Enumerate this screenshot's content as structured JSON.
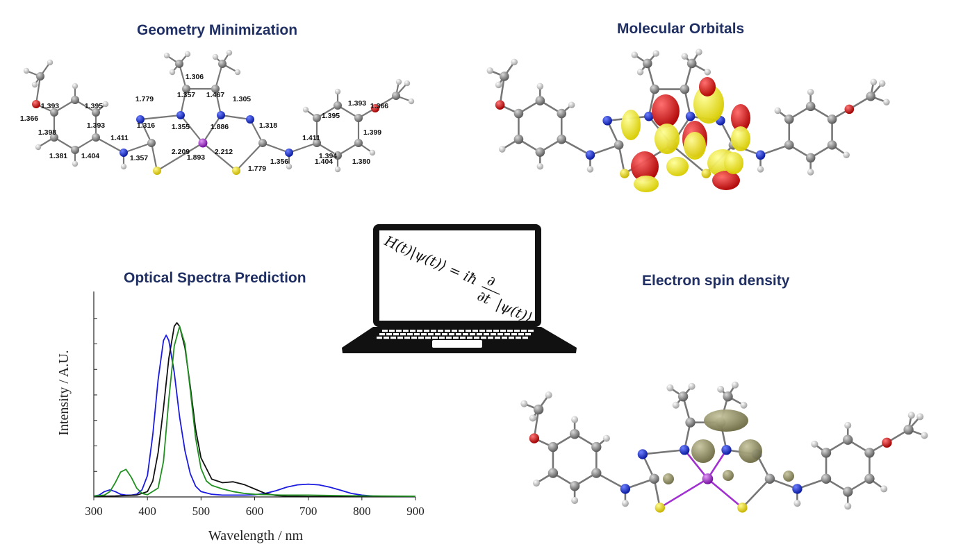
{
  "titles": {
    "geometry": "Geometry Minimization",
    "orbitals": "Molecular Orbitals",
    "spectra": "Optical Spectra Prediction",
    "spin": "Electron spin density"
  },
  "equation": {
    "lhs": "H(t)|ψ(t)⟩ = iħ",
    "num": "∂",
    "den": "∂t",
    "rhs": "|ψ(t)⟩"
  },
  "bond_lengths": [
    "1.366",
    "1.393",
    "1.395",
    "1.393",
    "1.398",
    "1.381",
    "1.404",
    "1.411",
    "1.357",
    "1.316",
    "1.779",
    "1.357",
    "1.306",
    "1.467",
    "1.305",
    "1.355",
    "1.893",
    "1.886",
    "2.209",
    "2.212",
    "1.318",
    "1.779",
    "1.356",
    "1.411",
    "1.395",
    "1.393",
    "1.394",
    "1.366",
    "1.399",
    "1.404",
    "1.380"
  ],
  "colors": {
    "title": "#1f2f63",
    "carbon": "#8a8a8a",
    "hydrogen": "#e6e6e6",
    "nitrogen": "#1530d8",
    "oxygen": "#d81818",
    "sulfur": "#f1e000",
    "metal": "#a030d0",
    "orbital_pos": "#e01010",
    "orbital_neg": "#f2ee10",
    "spin_density": "#8e8c64"
  },
  "chart_data": {
    "type": "line",
    "title": "Optical Spectra Prediction",
    "xlabel": "Wavelength / nm",
    "ylabel": "Intensity / A.U.",
    "xlim": [
      300,
      900
    ],
    "ylim": [
      0,
      1
    ],
    "xticks": [
      "300",
      "400",
      "500",
      "600",
      "700",
      "800",
      "900"
    ],
    "series": [
      {
        "color": "#1a1ae0",
        "x": [
          300,
          310,
          320,
          330,
          340,
          350,
          360,
          370,
          380,
          390,
          400,
          410,
          420,
          430,
          435,
          440,
          450,
          460,
          470,
          480,
          490,
          500,
          520,
          540,
          560,
          580,
          600,
          620,
          640,
          660,
          680,
          700,
          720,
          740,
          760,
          780,
          800,
          820,
          850,
          900
        ],
        "y": [
          0.005,
          0.01,
          0.03,
          0.04,
          0.03,
          0.015,
          0.01,
          0.01,
          0.015,
          0.04,
          0.12,
          0.35,
          0.66,
          0.88,
          0.91,
          0.88,
          0.7,
          0.45,
          0.26,
          0.13,
          0.06,
          0.03,
          0.015,
          0.01,
          0.01,
          0.01,
          0.012,
          0.02,
          0.035,
          0.055,
          0.068,
          0.072,
          0.068,
          0.055,
          0.038,
          0.02,
          0.01,
          0.005,
          0.003,
          0.002
        ]
      },
      {
        "color": "#111111",
        "x": [
          300,
          320,
          340,
          360,
          380,
          400,
          410,
          420,
          430,
          440,
          450,
          455,
          460,
          470,
          480,
          490,
          500,
          520,
          540,
          560,
          580,
          600,
          620,
          640,
          660,
          680,
          700,
          750,
          800,
          900
        ],
        "y": [
          0.003,
          0.004,
          0.005,
          0.008,
          0.01,
          0.03,
          0.09,
          0.25,
          0.5,
          0.78,
          0.96,
          0.98,
          0.96,
          0.84,
          0.62,
          0.38,
          0.22,
          0.1,
          0.08,
          0.085,
          0.07,
          0.045,
          0.02,
          0.008,
          0.004,
          0.003,
          0.002,
          0.002,
          0.002,
          0.002
        ]
      },
      {
        "color": "#209020",
        "x": [
          300,
          320,
          330,
          340,
          350,
          360,
          370,
          380,
          390,
          400,
          420,
          430,
          440,
          450,
          460,
          470,
          480,
          490,
          500,
          510,
          520,
          540,
          560,
          580,
          600,
          650,
          700,
          750,
          800,
          900
        ],
        "y": [
          0.005,
          0.01,
          0.03,
          0.08,
          0.14,
          0.155,
          0.11,
          0.05,
          0.02,
          0.012,
          0.05,
          0.2,
          0.55,
          0.85,
          0.96,
          0.86,
          0.6,
          0.33,
          0.16,
          0.09,
          0.065,
          0.045,
          0.03,
          0.02,
          0.015,
          0.01,
          0.01,
          0.008,
          0.006,
          0.004
        ]
      }
    ]
  }
}
